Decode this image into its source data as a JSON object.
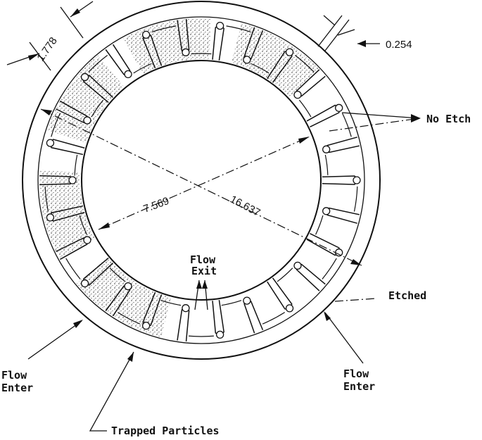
{
  "dimensions": {
    "rib_width": "1.778",
    "channel_width": "0.254",
    "inner_diameter": "7.569",
    "outer_diameter": "16.637"
  },
  "labels": {
    "no_etch": "No Etch",
    "etched": "Etched",
    "flow_exit_line1": "Flow",
    "flow_exit_line2": "Exit",
    "flow_enter_left_line1": "Flow",
    "flow_enter_left_line2": "Enter",
    "flow_enter_right_line1": "Flow",
    "flow_enter_right_line2": "Enter",
    "trapped_particles": "Trapped Particles"
  }
}
